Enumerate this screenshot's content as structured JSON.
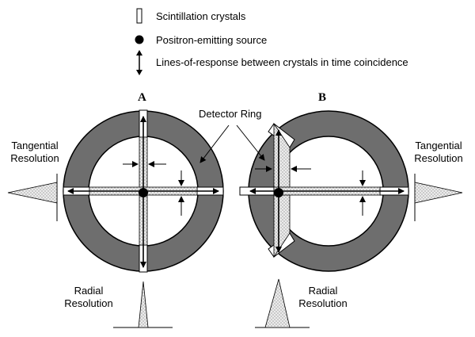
{
  "legend": {
    "crystals": "Scintillation crystals",
    "source": "Positron-emitting  source",
    "lor": "Lines-of-response between crystals in time coincidence"
  },
  "panels": {
    "a": "A",
    "b": "B"
  },
  "labels": {
    "detector_ring": "Detector Ring",
    "tangential_left_1": "Tangential",
    "tangential_left_2": "Resolution",
    "tangential_right_1": "Tangential",
    "tangential_right_2": "Resolution",
    "radial_a_1": "Radial",
    "radial_a_2": "Resolution",
    "radial_b_1": "Radial",
    "radial_b_2": "Resolution"
  },
  "colors": {
    "ring": "#6e6e6e",
    "stroke": "#000000",
    "lor_fill": "#e4e4e4"
  }
}
